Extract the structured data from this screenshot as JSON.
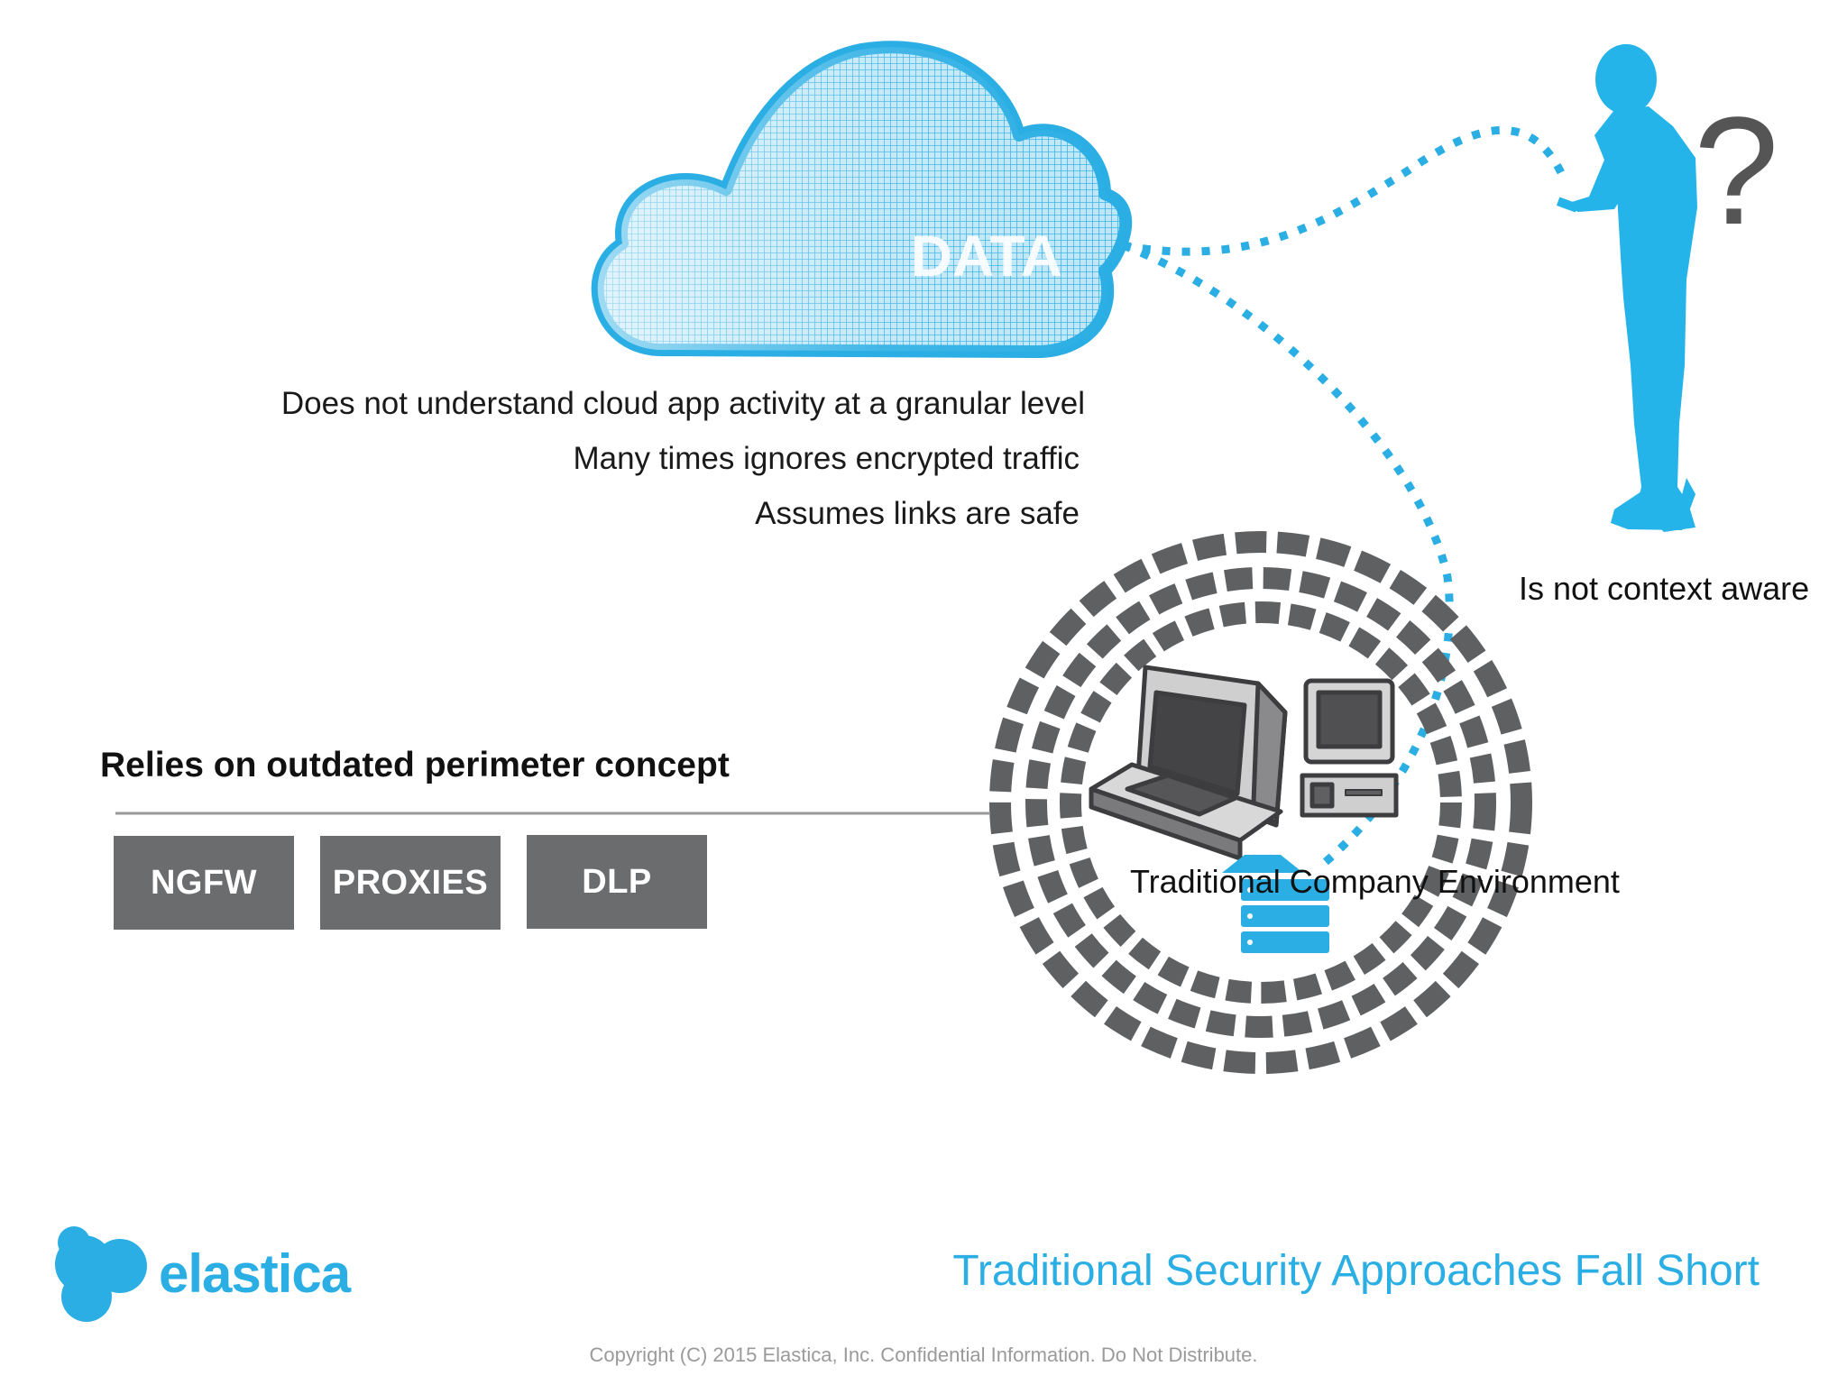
{
  "cloud": {
    "label": "DATA"
  },
  "bullets": [
    "Does not understand cloud app activity at a granular level",
    "Many times ignores encrypted traffic",
    "Assumes links are safe"
  ],
  "perimeter": {
    "heading": "Relies on outdated perimeter concept",
    "tools": [
      "NGFW",
      "PROXIES",
      "DLP"
    ]
  },
  "environment": {
    "label": "Traditional Company Environment"
  },
  "user": {
    "context_label": "Is not context aware",
    "question_mark": "?"
  },
  "footer": {
    "brand": "elastica",
    "slide_title": "Traditional Security Approaches Fall Short",
    "copyright": "Copyright (C) 2015 Elastica, Inc.  Confidential Information.  Do Not Distribute."
  },
  "colors": {
    "accent_blue": "#2aaee4",
    "cloud_blue": "#3bb6e8",
    "gray_box": "#6b6c6e",
    "ring_gray": "#5f6062"
  },
  "icons": [
    "cloud-icon",
    "person-icon",
    "computer-terminal-icon",
    "desktop-pc-icon",
    "server-stack-icon",
    "elastica-logo-icon"
  ]
}
